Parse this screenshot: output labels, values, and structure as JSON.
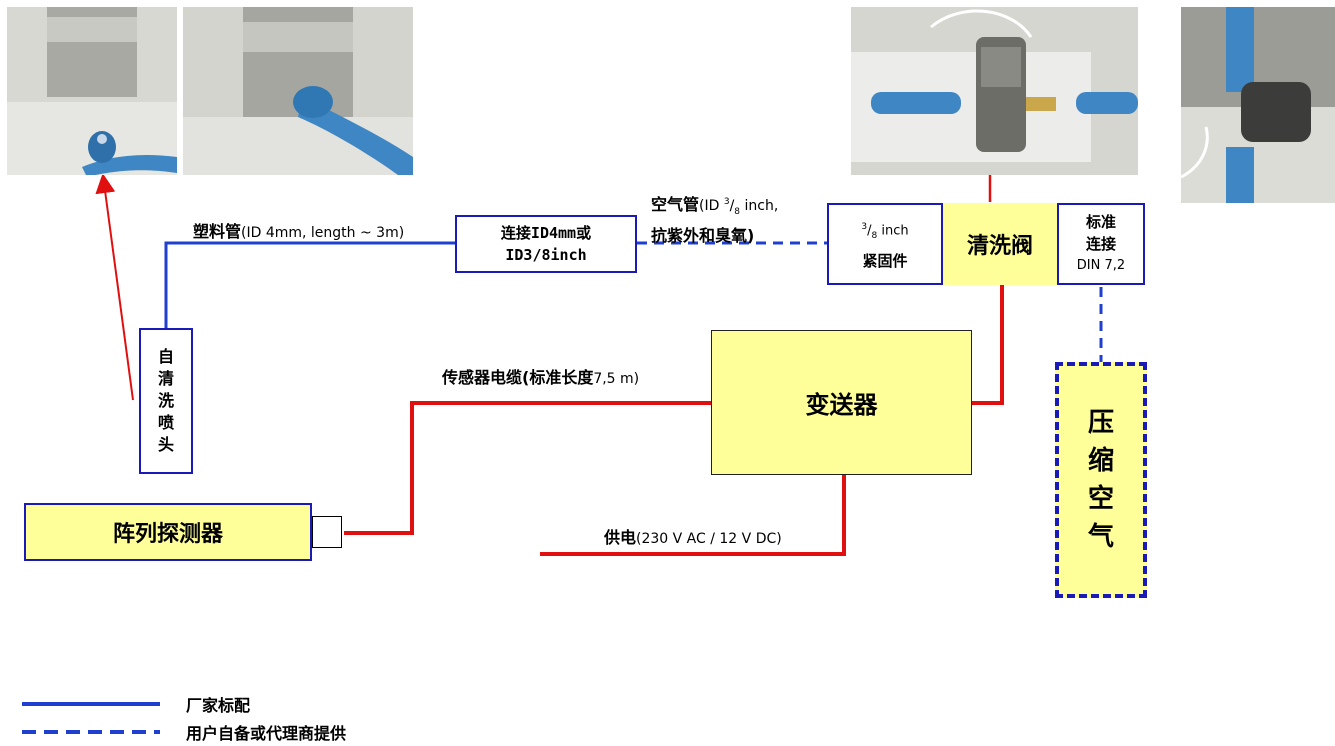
{
  "colors": {
    "box_fill": "#ffff99",
    "blue_line": "#1f3fd0",
    "red_line": "#e01010",
    "border": "#1a1ab8"
  },
  "nodes": {
    "array_detector": "阵列探测器",
    "nozzle": [
      "自",
      "清",
      "洗",
      "喷",
      "头"
    ],
    "connector": [
      "连接ID4mm或",
      "ID3/8inch"
    ],
    "fitting_top": "inch",
    "fitting_bottom": "紧固件",
    "cleaning_valve": "清洗阀",
    "std_connection": [
      "标准",
      "连接",
      "DIN 7,2"
    ],
    "transmitter": "变送器",
    "compressed_air": [
      "压",
      "缩",
      "空",
      "气"
    ]
  },
  "labels": {
    "plastic_tube_bold": "塑料管",
    "plastic_tube_rest": "(ID 4mm, length ~ 3m)",
    "air_tube_bold": "空气管",
    "air_tube_rest_a": "(ID ",
    "air_tube_rest_b": " inch,",
    "air_tube_line2": "抗紫外和臭氧)",
    "sensor_cable_bold": "传感器电缆(标准长度",
    "sensor_cable_rest": "7,5 m)",
    "power_bold": "供电",
    "power_rest": "(230 V AC / 12 V DC)",
    "frac_num": "3",
    "frac_den": "8"
  },
  "legend": [
    {
      "style": "solid",
      "text": "厂家标配"
    },
    {
      "style": "dashed",
      "text": "用户自备或代理商提供"
    }
  ]
}
